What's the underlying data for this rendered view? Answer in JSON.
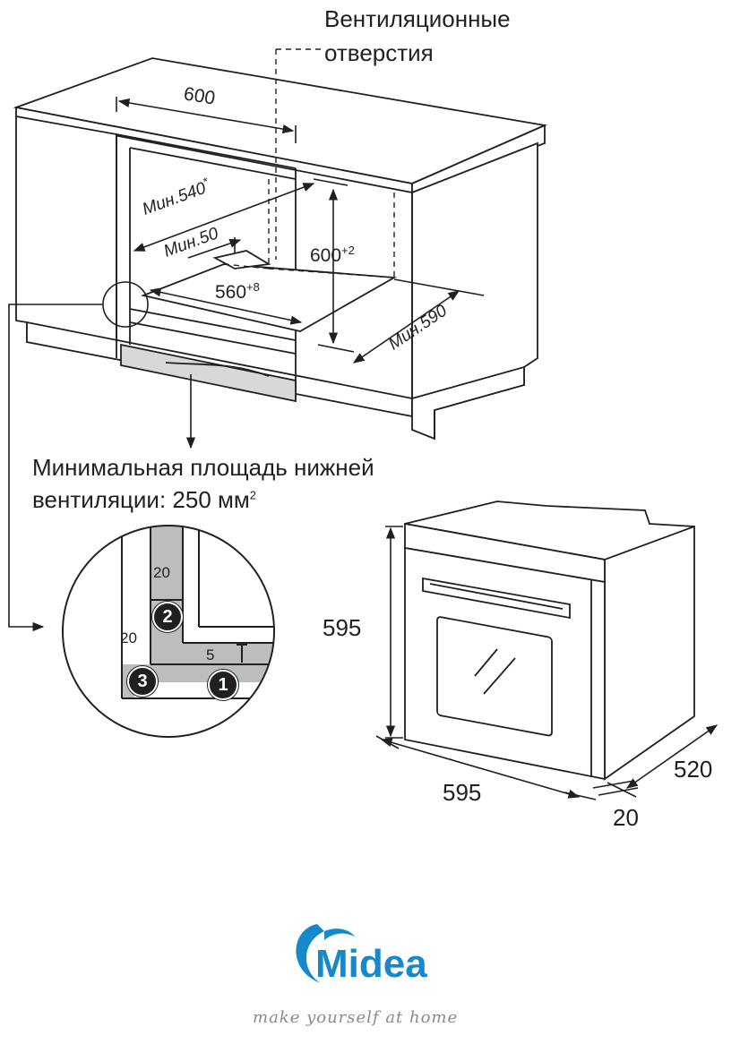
{
  "labels": {
    "vent_openings_line1": "Вентиляционные",
    "vent_openings_line2": "отверстия",
    "width_600": "600",
    "min_540": "Мин.540",
    "min_540_mark": "*",
    "min_50": "Мин.50",
    "height_600": "600",
    "height_600_tol": "+2",
    "depth_560": "560",
    "depth_560_tol": "+8",
    "min_590": "Мин.590",
    "bottom_vent_line1": "Минимальная площадь нижней",
    "bottom_vent_line2": "вентиляции: 250 мм",
    "bottom_vent_unit_sup": "2"
  },
  "detail": {
    "dim_20_top": "20",
    "dim_20_left": "20",
    "dim_5": "5",
    "badge_1": "1",
    "badge_2": "2",
    "badge_3": "3"
  },
  "oven": {
    "height": "595",
    "width": "595",
    "depth": "520",
    "door_depth": "20"
  },
  "brand": {
    "name": "Midea",
    "tagline": "make yourself at home"
  },
  "colors": {
    "line": "#231f20",
    "gray_fill": "#bdbdbd",
    "brand_blue": "#1589c9"
  }
}
